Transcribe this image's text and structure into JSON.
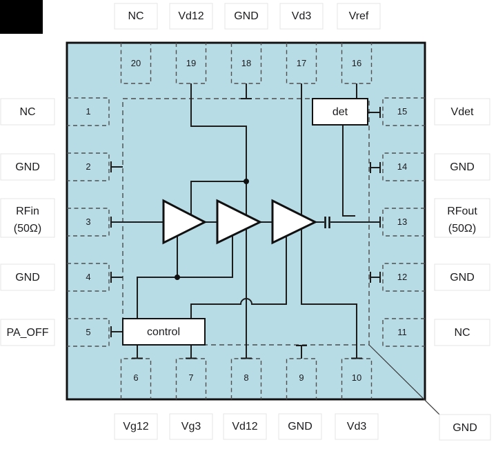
{
  "pins": {
    "top": [
      {
        "num": "20",
        "label": "NC"
      },
      {
        "num": "19",
        "label": "Vd12"
      },
      {
        "num": "18",
        "label": "GND"
      },
      {
        "num": "17",
        "label": "Vd3"
      },
      {
        "num": "16",
        "label": "Vref"
      }
    ],
    "left": [
      {
        "num": "1",
        "label": "NC"
      },
      {
        "num": "2",
        "label": "GND"
      },
      {
        "num": "3",
        "label": "RFin",
        "label2": "(50Ω)"
      },
      {
        "num": "4",
        "label": "GND"
      },
      {
        "num": "5",
        "label": "PA_OFF"
      }
    ],
    "right": [
      {
        "num": "15",
        "label": "Vdet"
      },
      {
        "num": "14",
        "label": "GND"
      },
      {
        "num": "13",
        "label": "RFout",
        "label2": "(50Ω)"
      },
      {
        "num": "12",
        "label": "GND"
      },
      {
        "num": "11",
        "label": "NC"
      }
    ],
    "bottom": [
      {
        "num": "6",
        "label": "Vg12"
      },
      {
        "num": "7",
        "label": "Vg3"
      },
      {
        "num": "8",
        "label": "Vd12"
      },
      {
        "num": "9",
        "label": "GND"
      },
      {
        "num": "10",
        "label": "Vd3"
      }
    ]
  },
  "blocks": {
    "detector": "det",
    "control": "control"
  },
  "paddle_label": "GND",
  "colors": {
    "chip_fill": "#b7dce5",
    "outline": "#111111",
    "wire": "#1c1c1c",
    "dashed_gray": "#4f4f4f",
    "label_box_border": "#e4e4e4"
  }
}
